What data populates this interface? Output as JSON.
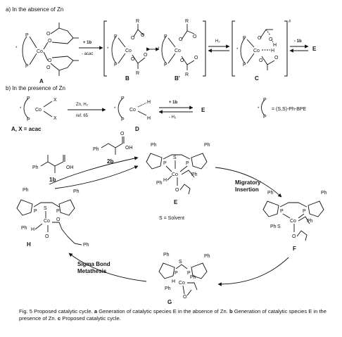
{
  "section_a": {
    "title": "a) In the absence of Zn"
  },
  "section_b": {
    "title": "b) In the presence of Zn"
  },
  "atoms": {
    "P": "P",
    "Co": "Co",
    "O": "O",
    "R": "R",
    "H": "H",
    "X": "X",
    "Ph": "Ph",
    "S": "S",
    "OH": "OH",
    "star": "*",
    "dagger": "#"
  },
  "step_a1": {
    "reagent": "+ 1b",
    "byproduct": "- acac"
  },
  "step_a2": {
    "reagent": "H₂"
  },
  "step_a3": {
    "reagent": "- 1b"
  },
  "step_b1": {
    "reagent": "Zn, H₂",
    "ref": "ref. 65"
  },
  "step_b2": {
    "reagent": "+ 1b",
    "byproduct": "- H₂"
  },
  "labels": {
    "A": "A",
    "B": "B",
    "B_prime": "B'",
    "C": "C",
    "D": "D",
    "E": "E",
    "F": "F",
    "G": "G",
    "H": "H",
    "A_def": "A, X = acac",
    "s1b": "1b",
    "s2b": "2b"
  },
  "ligand_def": "= (S,S)-Ph-BPE",
  "cycle": {
    "migratory_1": "Migratory",
    "migratory_2": "Insertion",
    "sigma_1": "Sigma Bond",
    "sigma_2": "Metathesis",
    "solvent_def": "S = Solvent"
  },
  "caption": {
    "fig": "Fig. 5",
    "main": "Proposed catalytic cycle.",
    "a": "a",
    "a_text": "Generation of catalytic species E in the absence of Zn.",
    "b": "b",
    "b_text": "Generation of catalytic species E in the presence of Zn.",
    "c": "c",
    "c_text": "Proposed catalytic cycle."
  }
}
